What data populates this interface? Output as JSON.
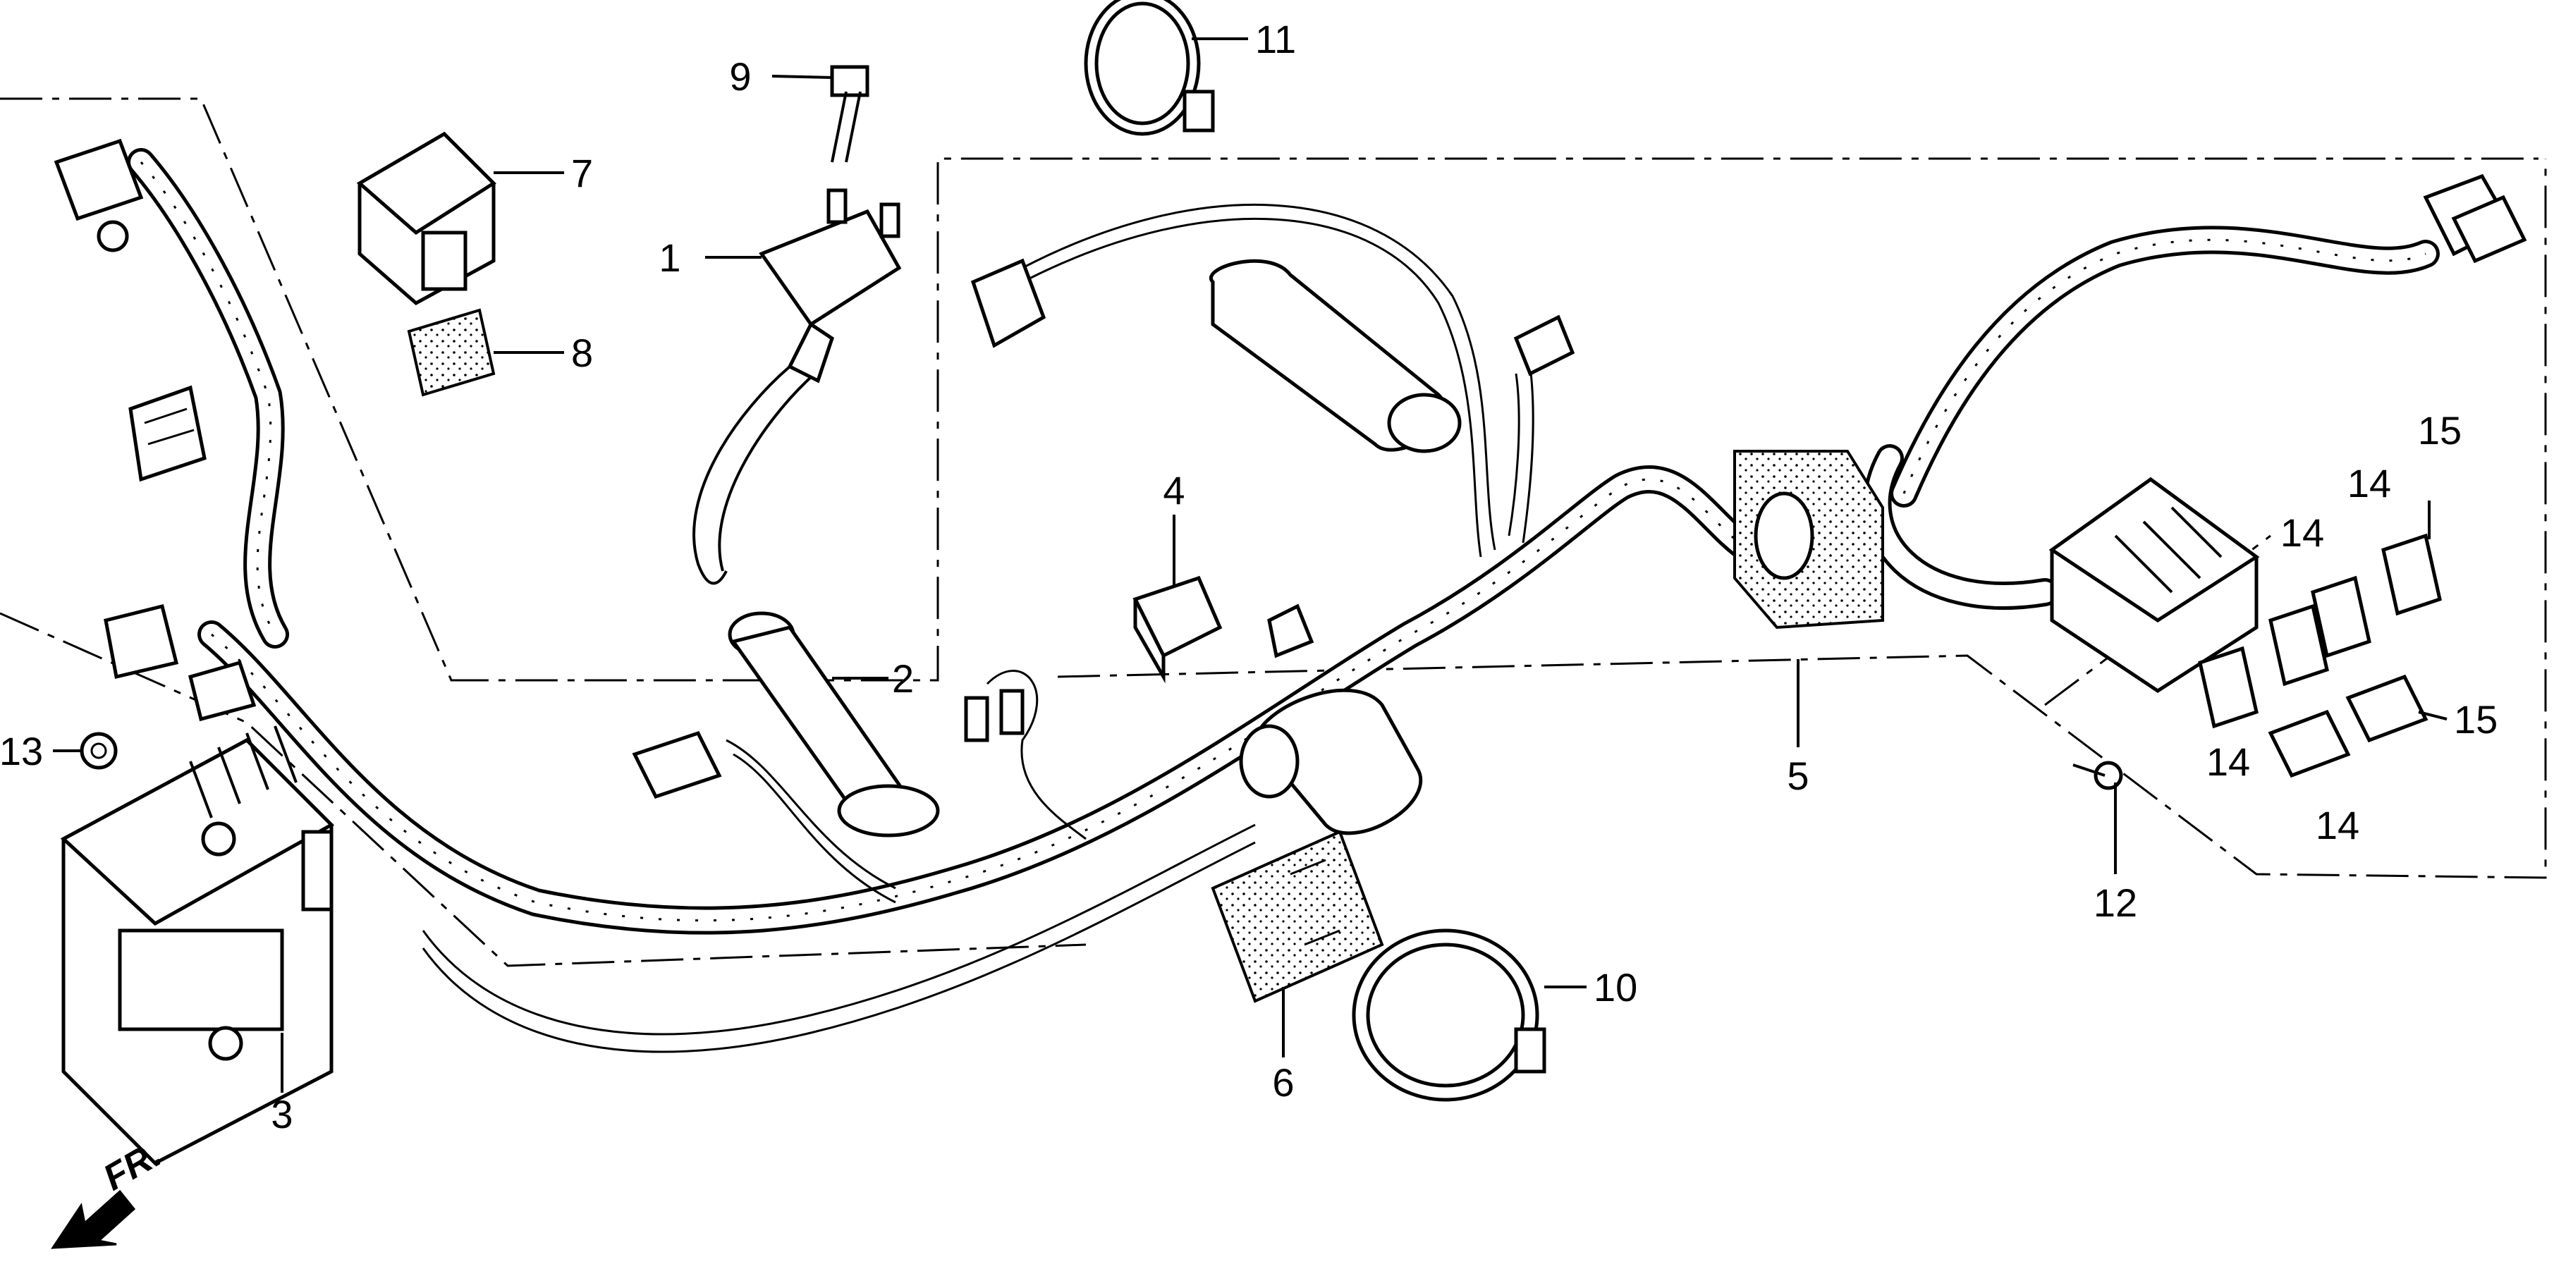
{
  "direction_label": "FR.",
  "callouts": [
    {
      "id": "1",
      "text": "1"
    },
    {
      "id": "2",
      "text": "2"
    },
    {
      "id": "3",
      "text": "3"
    },
    {
      "id": "4",
      "text": "4"
    },
    {
      "id": "5",
      "text": "5"
    },
    {
      "id": "6",
      "text": "6"
    },
    {
      "id": "7",
      "text": "7"
    },
    {
      "id": "8",
      "text": "8"
    },
    {
      "id": "9",
      "text": "9"
    },
    {
      "id": "10",
      "text": "10"
    },
    {
      "id": "11",
      "text": "11"
    },
    {
      "id": "12",
      "text": "12"
    },
    {
      "id": "13",
      "text": "13"
    },
    {
      "id": "14a",
      "text": "14"
    },
    {
      "id": "14b",
      "text": "14"
    },
    {
      "id": "14c",
      "text": "14"
    },
    {
      "id": "14d",
      "text": "14"
    },
    {
      "id": "15a",
      "text": "15"
    },
    {
      "id": "15b",
      "text": "15"
    }
  ]
}
